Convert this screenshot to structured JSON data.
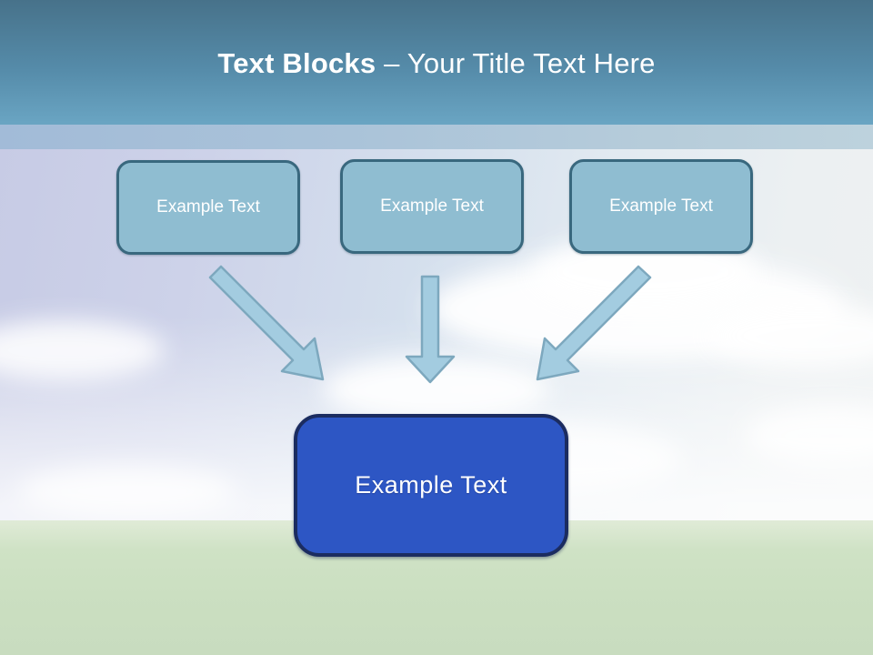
{
  "title": {
    "bold_part": "Text Blocks",
    "regular_part": " – Your Title Text Here"
  },
  "top_blocks": [
    {
      "label": "Example Text"
    },
    {
      "label": "Example Text"
    },
    {
      "label": "Example Text"
    }
  ],
  "main_block": {
    "label": "Example Text"
  },
  "colors": {
    "header_gradient_top": "#47728a",
    "header_gradient_bottom": "#6aa5c3",
    "title_text": "#ffffff",
    "band": "#a9c2d8",
    "sky_left": "#c7cbe5",
    "sky_right": "#eef1f2",
    "grass": "#cbdfc1",
    "top_block_fill": "#8fbdd1",
    "top_block_border": "#39687e",
    "main_block_fill": "#2d56c4",
    "main_block_border": "#1b2c60",
    "arrow_fill": "#a3cce0",
    "arrow_stroke": "#7da8be"
  }
}
